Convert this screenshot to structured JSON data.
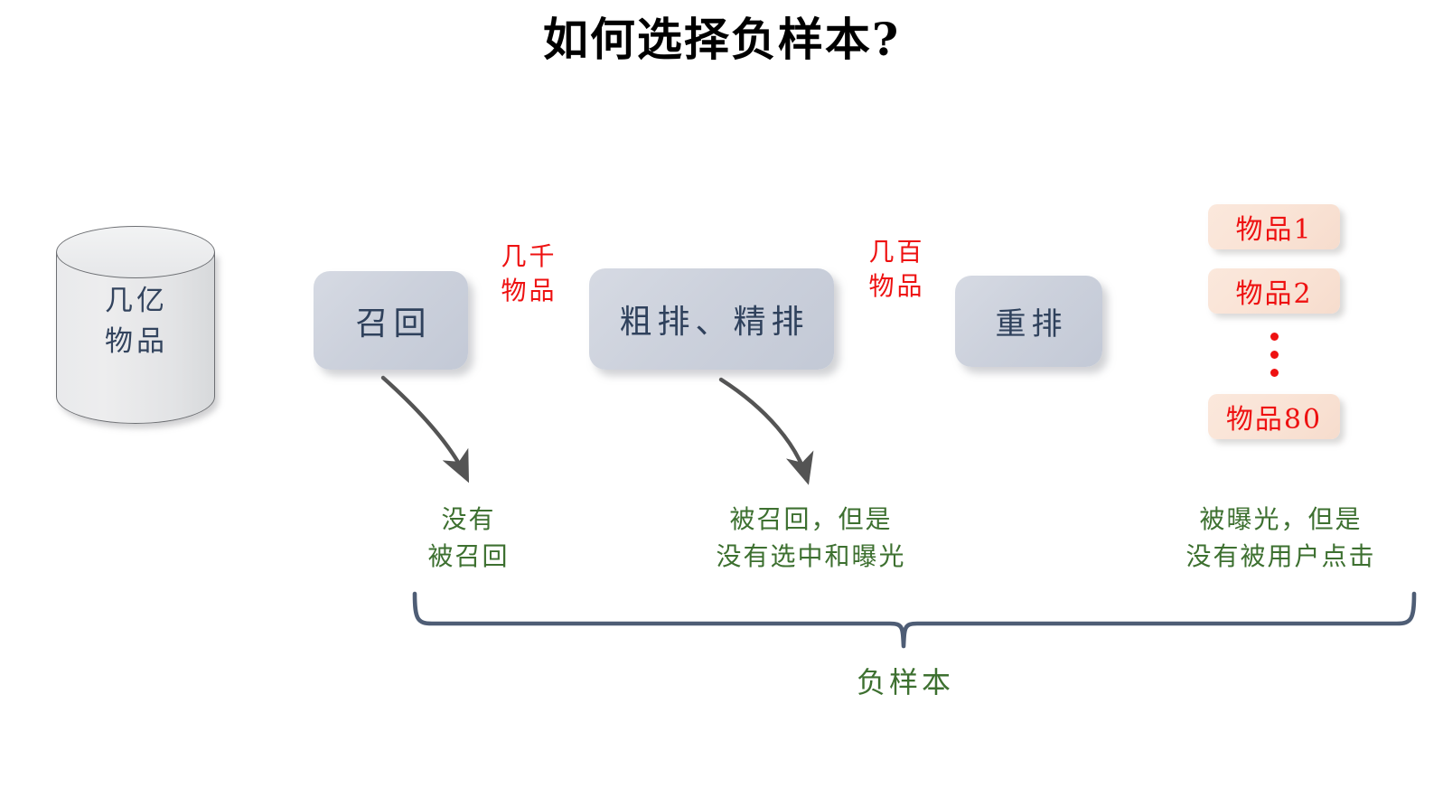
{
  "title": "如何选择负样本?",
  "source": {
    "label_line1": "几亿",
    "label_line2": "物品",
    "shape": "cylinder-database"
  },
  "stages": [
    {
      "id": "recall",
      "label": "召回"
    },
    {
      "id": "ranking",
      "label": "粗排、精排"
    },
    {
      "id": "rerank",
      "label": "重排"
    }
  ],
  "flow_labels": [
    {
      "id": "thousands",
      "line1": "几千",
      "line2": "物品"
    },
    {
      "id": "hundreds",
      "line1": "几百",
      "line2": "物品"
    }
  ],
  "items": [
    {
      "label": "物品1"
    },
    {
      "label": "物品2"
    },
    {
      "label": "物品80"
    }
  ],
  "items_ellipsis": "⋮",
  "notes": [
    {
      "id": "not-recalled",
      "line1": "没有",
      "line2": "被召回"
    },
    {
      "id": "not-exposed",
      "line1": "被召回，但是",
      "line2": "没有选中和曝光"
    },
    {
      "id": "not-clicked",
      "line1": "被曝光，但是",
      "line2": "没有被用户点击"
    }
  ],
  "brace_label": "负样本",
  "colors": {
    "background": "#ffffff",
    "title_text": "#000000",
    "stage_box_fill": "#ccd1dc",
    "stage_box_text": "#2f415c",
    "cylinder_fill": "#e9eaec",
    "cylinder_stroke": "#6d6f73",
    "cylinder_text": "#33445e",
    "item_box_fill": "#f9e2d4",
    "item_text": "#ee1111",
    "flow_label_text": "#ee1111",
    "note_text": "#3d7030",
    "arrow_stroke": "#474747",
    "curve_arrow_stroke": "#545454",
    "brace_stroke": "#4e5d75"
  }
}
